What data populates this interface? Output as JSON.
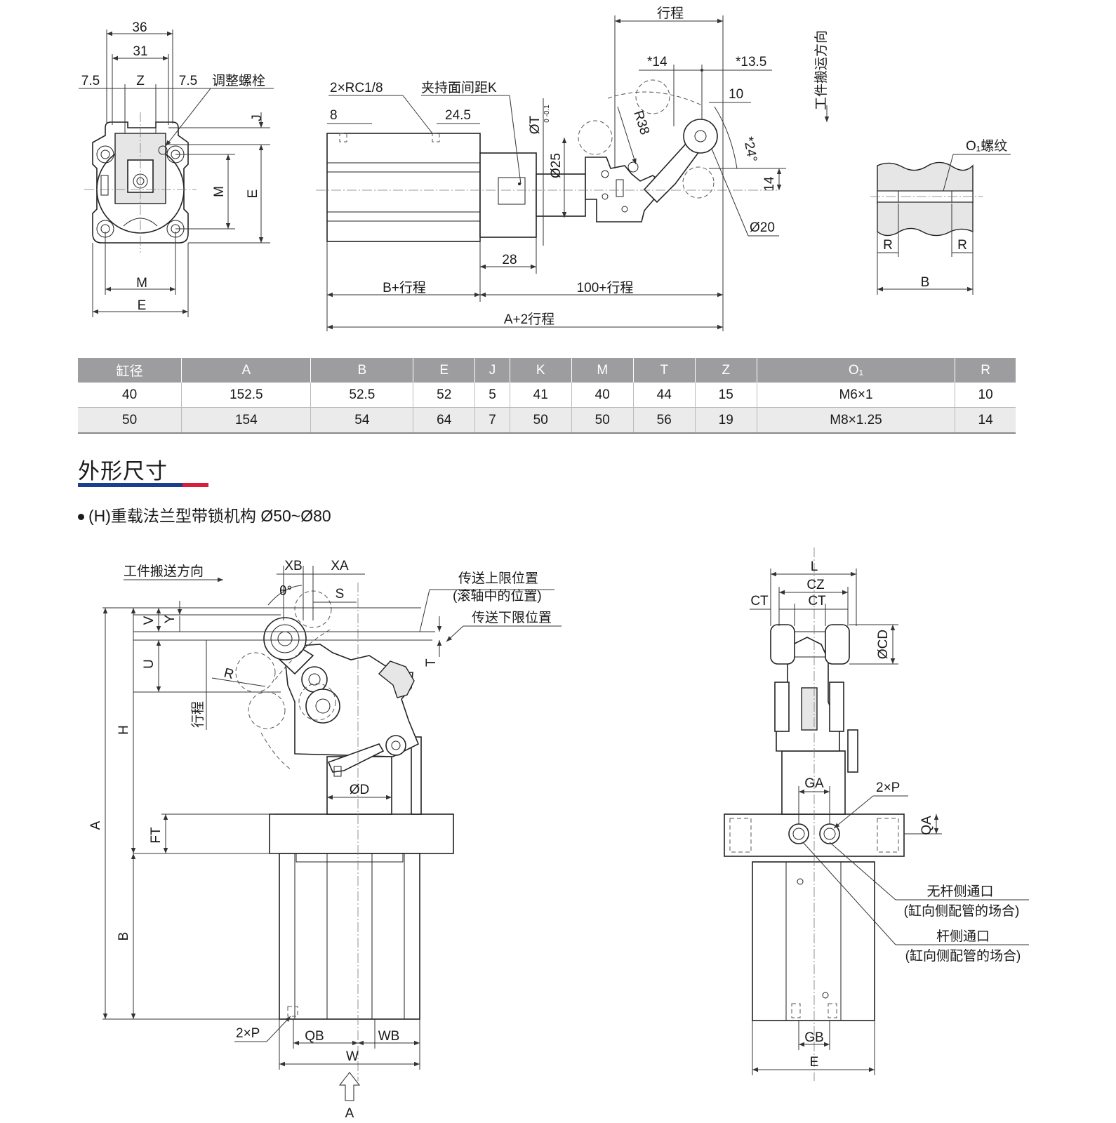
{
  "top_view": {
    "front": {
      "d36": "36",
      "d31": "31",
      "d75l": "7.5",
      "dZ": "Z",
      "d75r": "7.5",
      "adjust_bolt": "调整螺栓",
      "J": "J",
      "M_v": "M",
      "E_v": "E",
      "M_h": "M",
      "E_h": "E"
    },
    "side": {
      "stroke_top": "行程",
      "d14": "*14",
      "d135": "*13.5",
      "d10": "10",
      "rc18": "2×RC1/8",
      "clamp_k": "夹持面间距K",
      "d8": "8",
      "d245": "24.5",
      "phi_t": "ØT",
      "phi_t_tol": "0  -0.1",
      "phi25": "Ø25",
      "r38": "R38",
      "deg24": "*24°",
      "d14v": "14",
      "phi20": "Ø20",
      "d28": "28",
      "b_stroke": "B+行程",
      "s100": "100+行程",
      "a2": "A+2行程",
      "transfer_dir": "工件搬运方向"
    },
    "thread": {
      "o1": "O₁螺纹",
      "R_l": "R",
      "R_r": "R",
      "B": "B"
    }
  },
  "spec_table": {
    "headers": [
      "缸径",
      "A",
      "B",
      "E",
      "J",
      "K",
      "M",
      "T",
      "Z",
      "O₁",
      "R"
    ],
    "rows": [
      [
        "40",
        "152.5",
        "52.5",
        "52",
        "5",
        "41",
        "40",
        "44",
        "15",
        "M6×1",
        "10"
      ],
      [
        "50",
        "154",
        "54",
        "64",
        "7",
        "50",
        "50",
        "56",
        "19",
        "M8×1.25",
        "14"
      ]
    ]
  },
  "section": {
    "title": "外形尺寸",
    "subtitle": "(H)重载法兰型带锁机构 Ø50~Ø80"
  },
  "bottom_left": {
    "transfer_dir": "工件搬送方向",
    "XB": "XB",
    "XA": "XA",
    "theta": "θ°",
    "S": "S",
    "upper_limit": "传送上限位置",
    "upper_limit_note": "(滚轴中的位置)",
    "lower_limit": "传送下限位置",
    "V": "V",
    "Y": "Y",
    "U": "U",
    "T": "T",
    "R": "R",
    "stroke": "行程",
    "H": "H",
    "A": "A",
    "D": "ØD",
    "FT": "FT",
    "B": "B",
    "P2": "2×P",
    "QB": "QB",
    "WB": "WB",
    "W": "W",
    "A_arrow": "A"
  },
  "bottom_right": {
    "L": "L",
    "CZ": "CZ",
    "CT_l": "CT",
    "CT_c": "CT",
    "CD": "ØCD",
    "GA": "GA",
    "P2": "2×P",
    "QA": "QA",
    "port_no_rod": "无杆侧通口",
    "port_no_rod_note": "(缸向侧配管的场合)",
    "port_rod": "杆侧通口",
    "port_rod_note": "(缸向侧配管的场合)",
    "GB": "GB",
    "E": "E"
  }
}
